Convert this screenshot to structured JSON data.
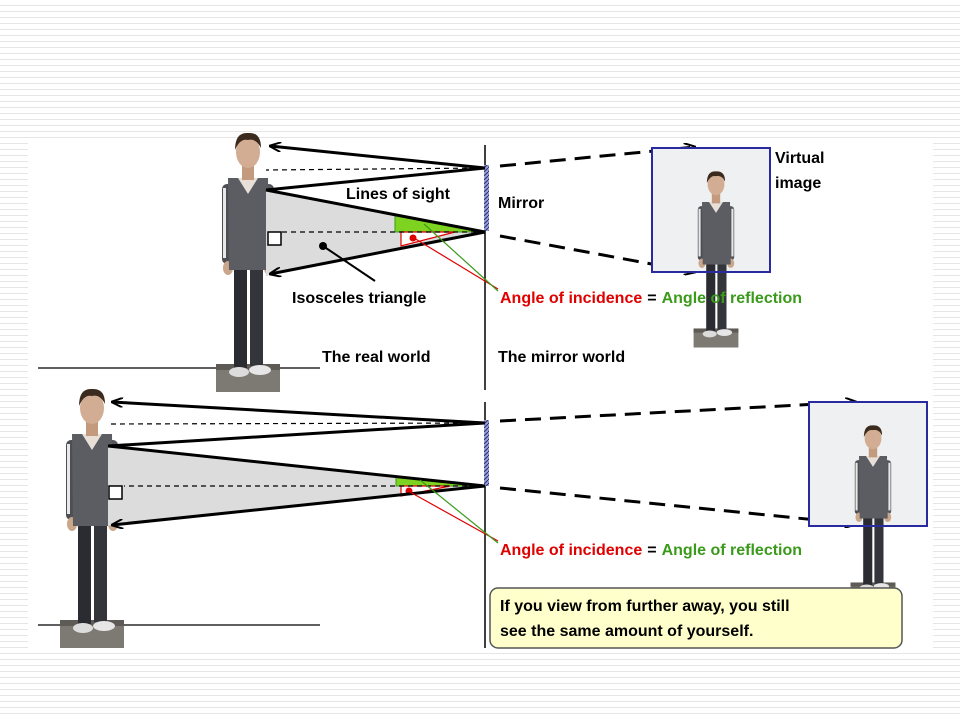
{
  "top": {
    "lines_of_sight": "Lines of sight",
    "mirror": "Mirror",
    "virtual_image_line1": "Virtual",
    "virtual_image_line2": "image",
    "isosceles_triangle": "Isosceles triangle",
    "angle_incidence": "Angle of incidence",
    "equals": "=",
    "angle_reflection": "Angle of reflection",
    "real_world": "The real world",
    "mirror_world": "The mirror world"
  },
  "bottom": {
    "angle_incidence": "Angle of incidence",
    "equals": "=",
    "angle_reflection": "Angle of reflection",
    "note_line1": "If you view from further away, you still",
    "note_line2": "see the same amount of yourself."
  },
  "colors": {
    "incidence": "#e00000",
    "reflection": "#3a9a1a",
    "angle_fill": "#7ed321",
    "triangle_fill": "#dcdcdc",
    "frame": "#2a2aa0",
    "note_fill": "#ffffcc"
  }
}
